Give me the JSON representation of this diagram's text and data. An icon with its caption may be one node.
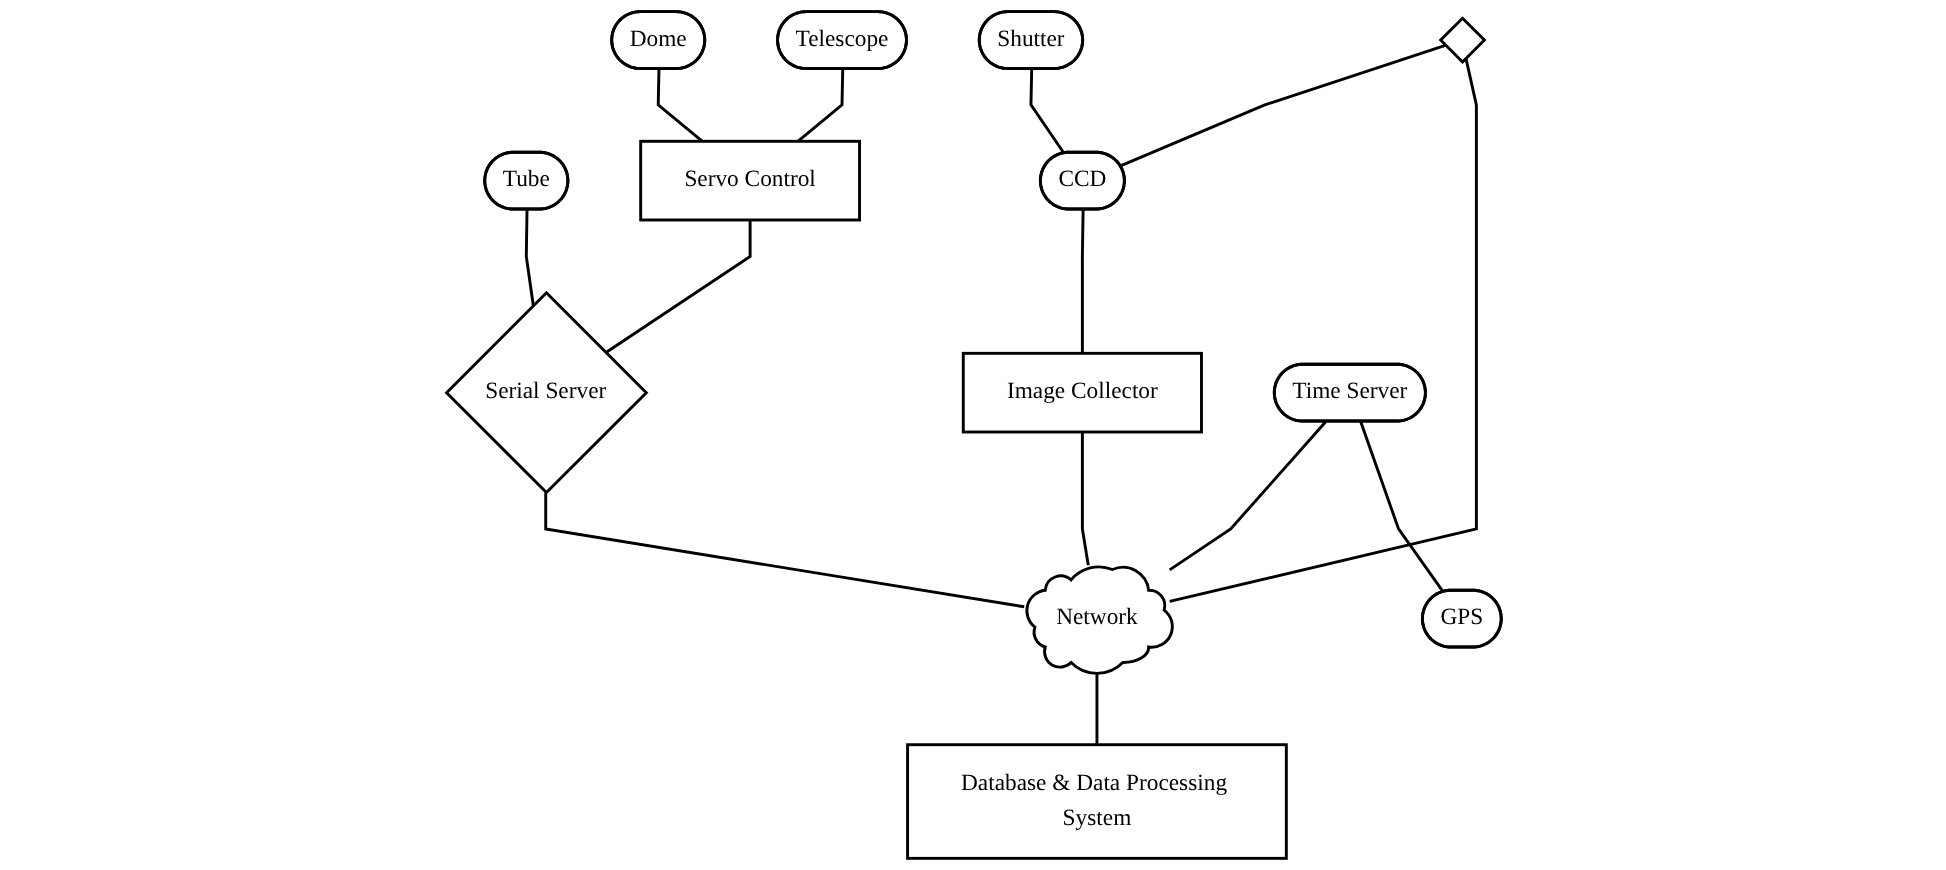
{
  "diagram": {
    "nodes": [
      {
        "text": [
          "Dome"
        ]
      },
      {
        "text": [
          "Telescope"
        ]
      },
      {
        "text": [
          "Tube"
        ]
      },
      {
        "text": [
          "Shutter"
        ]
      },
      {
        "text": [
          "CCD"
        ]
      },
      {
        "text": [
          "Servo Control"
        ]
      },
      {
        "text": [
          "Serial Server"
        ]
      },
      {
        "text": [],
        "shape": "diamond"
      },
      {
        "text": [
          "Image Collector"
        ]
      },
      {
        "text": [
          "Time Server"
        ]
      },
      {
        "text": [
          "GPS"
        ]
      },
      {
        "text": [
          "Network"
        ]
      },
      {
        "text": [
          "Database & Data Processing System"
        ]
      }
    ],
    "edges": [
      {
        "from": 0,
        "to": 5,
        "arrow": "none"
      },
      {
        "from": 1,
        "to": 5,
        "arrow": "none"
      },
      {
        "from": 2,
        "to": 6,
        "arrow": "none"
      },
      {
        "from": 3,
        "to": 4,
        "arrow": "none"
      },
      {
        "from": 7,
        "to": 4,
        "arrow": "none"
      },
      {
        "from": 4,
        "to": 8,
        "arrow": "none"
      },
      {
        "from": 5,
        "to": 6,
        "arrow": "none"
      },
      {
        "from": 6,
        "to": 11,
        "arrow": "none"
      },
      {
        "from": 7,
        "to": 11,
        "arrow": "none"
      },
      {
        "from": 8,
        "to": 11,
        "arrow": "none"
      },
      {
        "from": 9,
        "to": 11,
        "arrow": "none"
      },
      {
        "from": 9,
        "to": 10,
        "arrow": "none"
      },
      {
        "from": 11,
        "to": 12,
        "arrow": "none"
      }
    ]
  }
}
